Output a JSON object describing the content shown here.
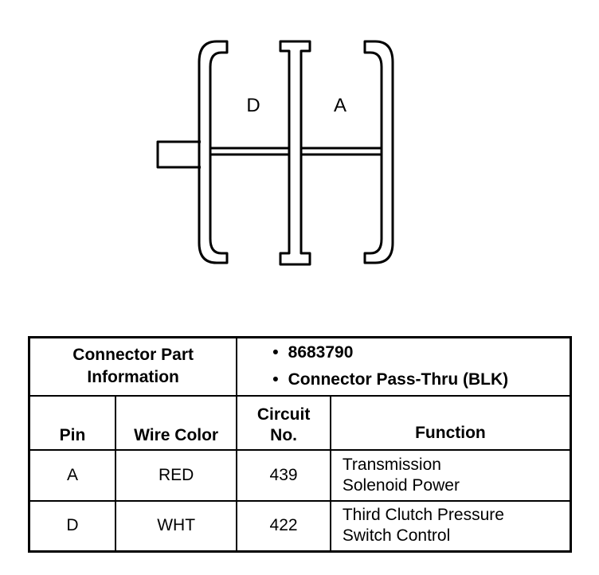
{
  "diagram": {
    "cavity_labels": [
      "D",
      "A"
    ]
  },
  "table": {
    "part_info_label": [
      "Connector Part",
      "Information"
    ],
    "part_info_values": [
      "8683790",
      "Connector Pass-Thru (BLK)"
    ],
    "headers": {
      "pin": "Pin",
      "wire_color": "Wire Color",
      "circuit_no": [
        "Circuit",
        "No."
      ],
      "function": "Function"
    },
    "rows": [
      {
        "pin": "A",
        "wire_color": "RED",
        "circuit": "439",
        "function": [
          "Transmission",
          "Solenoid Power"
        ]
      },
      {
        "pin": "D",
        "wire_color": "WHT",
        "circuit": "422",
        "function": [
          "Third Clutch Pressure",
          "Switch Control"
        ]
      }
    ]
  }
}
